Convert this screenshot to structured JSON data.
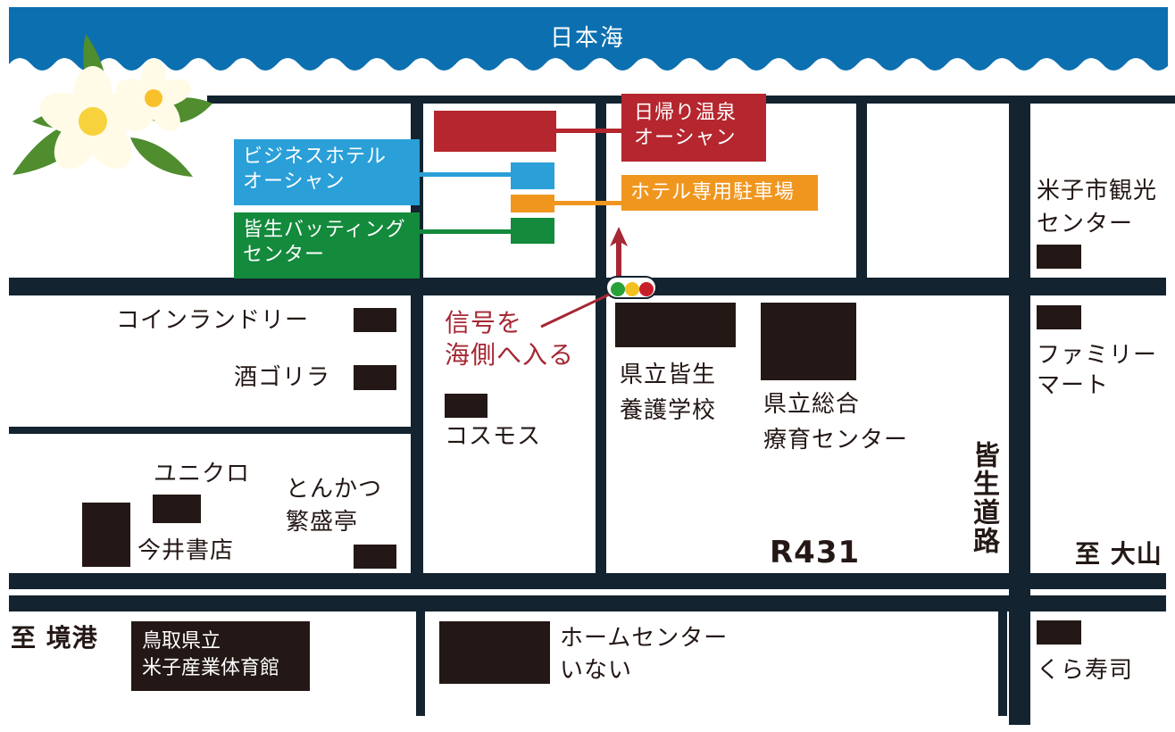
{
  "sea": {
    "title": "日本海"
  },
  "labels": {
    "tottori_sign": "鳥取県立\n米子産業体育館",
    "to_sakaiminato": "至 境港",
    "to_daisen": "至 大山",
    "coin_laundry": "コインランドリー",
    "sake_gorilla": "酒ゴリラ",
    "uniqlo": "ユニクロ",
    "tonkatsu": "とんかつ\n繁盛亭",
    "imai": "今井書店",
    "cosmos": "コスモス",
    "signal_note": "信号を\n海側へ入る",
    "school": "県立皆生\n養護学校",
    "ryoiku": "県立総合\n療育センター",
    "route": "R431",
    "kaike_road": "皆生道路",
    "kanko": "米子市観光\nセンター",
    "family_mart": "ファミリー\nマート",
    "home_center": "ホームセンター\nいない",
    "kura_sushi": "くら寿司"
  },
  "signs": {
    "business_hotel": "ビジネスホテル\nオーシャン",
    "batting": "皆生バッティング\nセンター",
    "onsen": "日帰り温泉\nオーシャン",
    "parking": "ホテル専用駐車場"
  },
  "colors": {
    "sea": "#0b6fb0",
    "road": "#13232f",
    "block": "#231815",
    "red": "#b5262e",
    "blue": "#2a9fd8",
    "orange": "#f0961f",
    "green": "#138a3c",
    "signal_text": "#a52834"
  },
  "icons": {
    "flower": "plumeria-flower-icon",
    "traffic_light": "traffic-light-icon",
    "arrow": "arrow-up-icon"
  }
}
